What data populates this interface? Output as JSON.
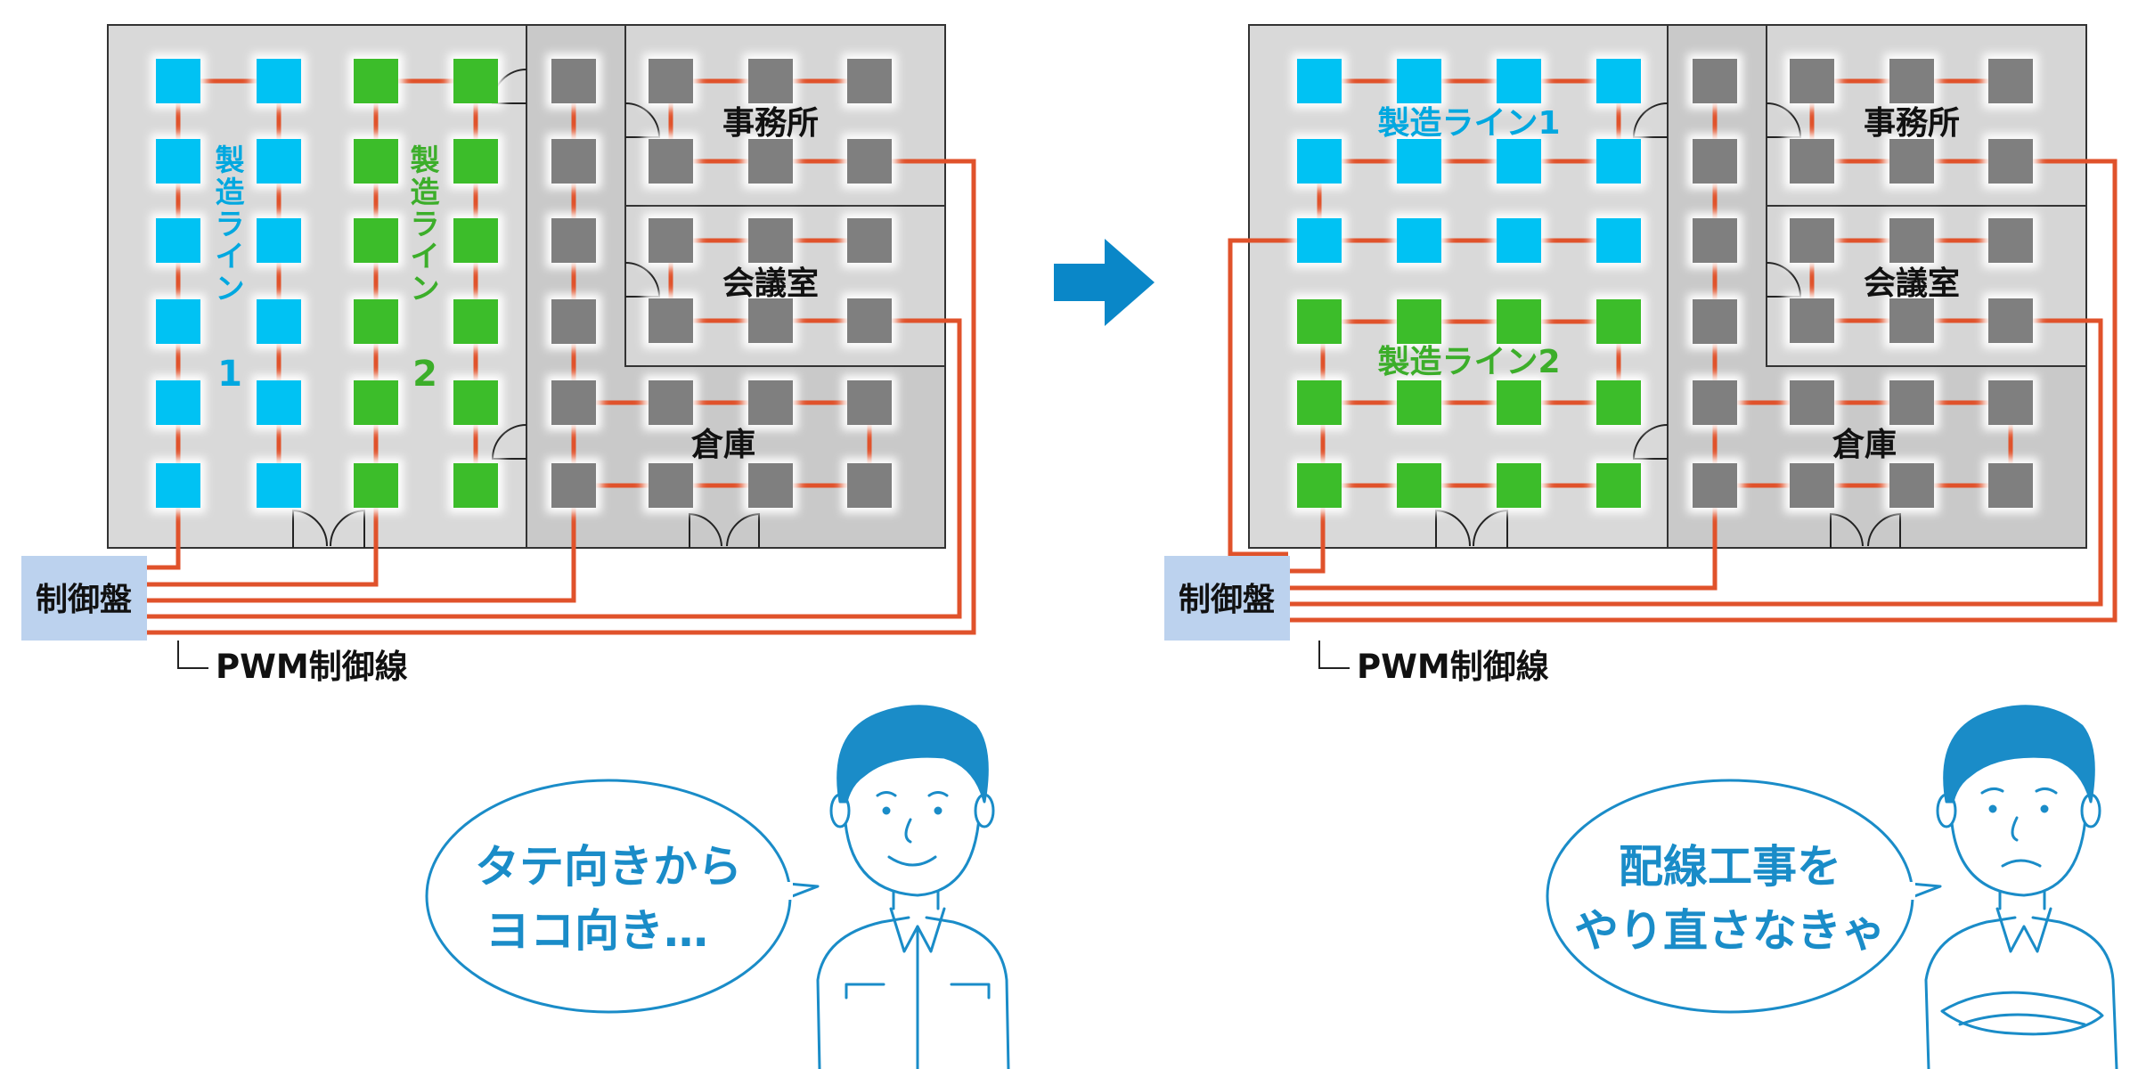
{
  "before": {
    "rooms": {
      "office": "事務所",
      "meeting": "会議室",
      "warehouse": "倉庫"
    },
    "line1_label": "製造ライン",
    "line1_num": "1",
    "line2_label": "製造ライン",
    "line2_num": "2",
    "panel": "制御盤",
    "wire_label": "PWM制御線"
  },
  "after": {
    "rooms": {
      "office": "事務所",
      "meeting": "会議室",
      "warehouse": "倉庫"
    },
    "line1_label": "製造ライン1",
    "line2_label": "製造ライン2",
    "panel": "制御盤",
    "wire_label": "PWM制御線"
  },
  "speech_left": {
    "line1": "タテ向きから",
    "line2": "ヨコ向き…"
  },
  "speech_right": {
    "line1": "配線工事を",
    "line2": "やり直さなきゃ"
  },
  "colors": {
    "line1": "#00c2f3",
    "line2": "#3cbd2a",
    "office_lamp": "#7f7f7f",
    "wire": "#e0522b",
    "panel": "#bcd2ee",
    "arrow": "#0a87c8",
    "person": "#1a8cc8"
  }
}
